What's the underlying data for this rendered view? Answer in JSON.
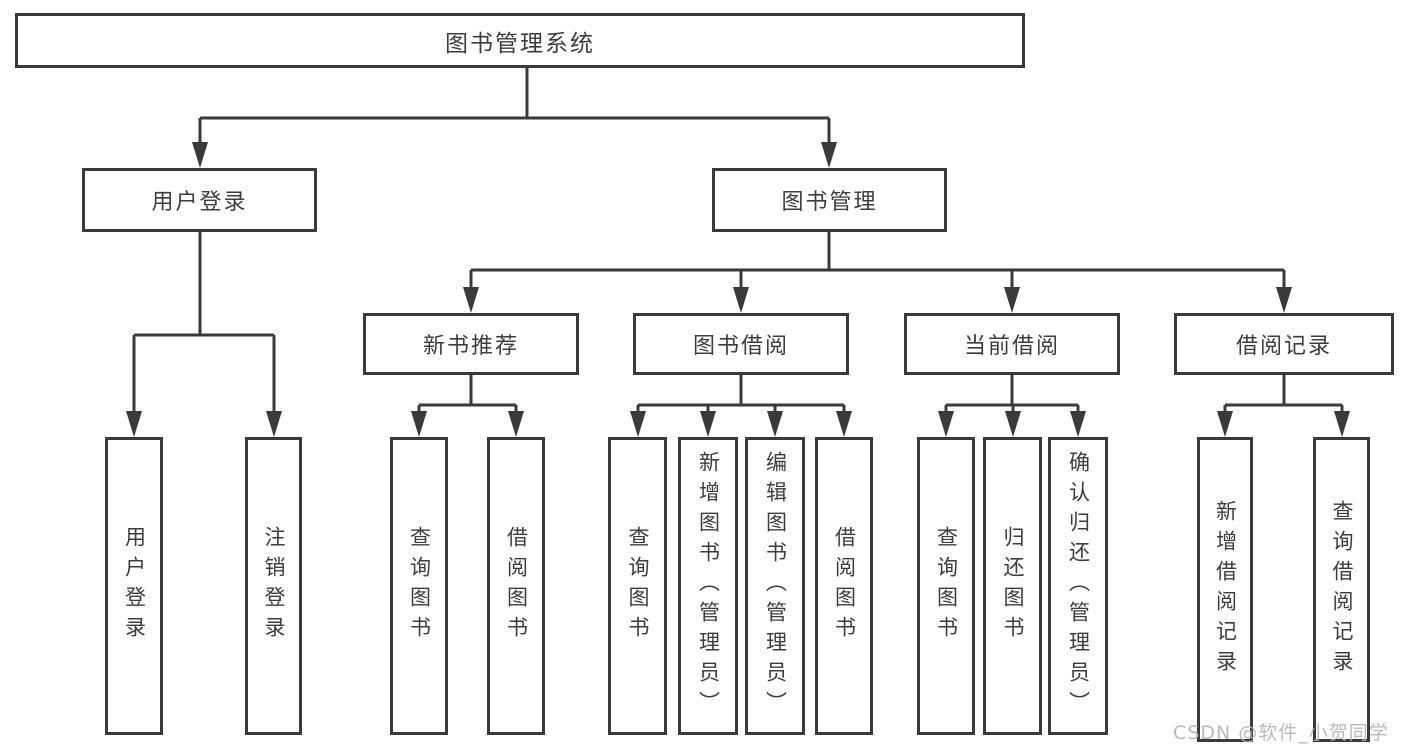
{
  "diagram": {
    "root": {
      "label": "图书管理系统"
    },
    "branches": [
      {
        "label": "用户登录",
        "children": [
          {
            "label": "用户登录"
          },
          {
            "label": "注销登录"
          }
        ]
      },
      {
        "label": "图书管理",
        "children": [
          {
            "label": "新书推荐",
            "children": [
              {
                "label": "查询图书"
              },
              {
                "label": "借阅图书"
              }
            ]
          },
          {
            "label": "图书借阅",
            "children": [
              {
                "label": "查询图书"
              },
              {
                "label": "新增图书（管理员）"
              },
              {
                "label": "编辑图书（管理员）"
              },
              {
                "label": "借阅图书"
              }
            ]
          },
          {
            "label": "当前借阅",
            "children": [
              {
                "label": "查询图书"
              },
              {
                "label": "归还图书"
              },
              {
                "label": "确认归还（管理员）"
              }
            ]
          },
          {
            "label": "借阅记录",
            "children": [
              {
                "label": "新增借阅记录"
              },
              {
                "label": "查询借阅记录"
              }
            ]
          }
        ]
      }
    ],
    "watermark": "CSDN @软件_小贺同学"
  },
  "colors": {
    "line": "#3a3a3a",
    "text": "#3d3d3d",
    "watermark": "#b5b5b5",
    "background": "#ffffff"
  }
}
